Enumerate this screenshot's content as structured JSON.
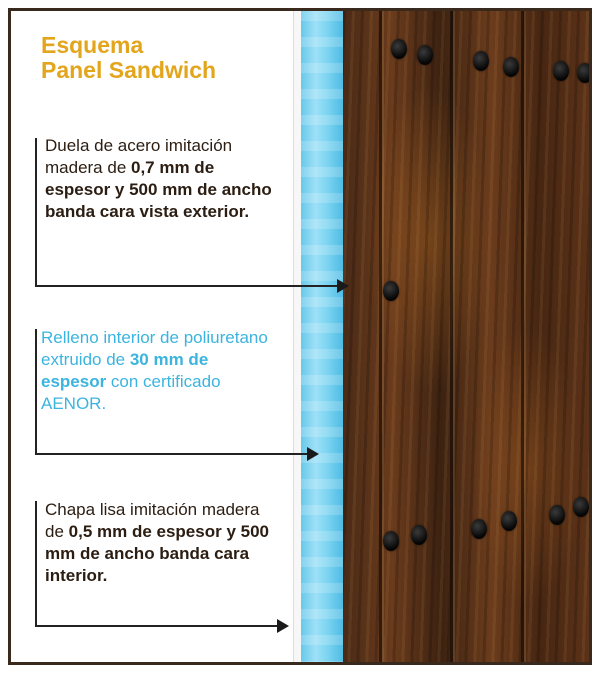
{
  "title": {
    "line1": "Esquema",
    "line2": "Panel Sandwich"
  },
  "callouts": [
    {
      "normal1": "Duela de acero imitación madera de ",
      "bold1": "0,7 mm de espesor y 500 mm de ancho banda cara vista exterior."
    },
    {
      "normal1": "Relleno interior de poliuretano extruido de ",
      "bold1": "30 mm de espesor",
      "normal2": " con certificado AENOR."
    },
    {
      "normal1": "Chapa lisa imitación madera de ",
      "bold1": "0,5 mm de espesor y 500 mm de ancho banda cara interior."
    }
  ],
  "colors": {
    "title": "#e3a51c",
    "accent_blue": "#3bb4df",
    "text": "#2b1d12",
    "foam": "#7fd6f2",
    "wood": "#5a3218"
  }
}
